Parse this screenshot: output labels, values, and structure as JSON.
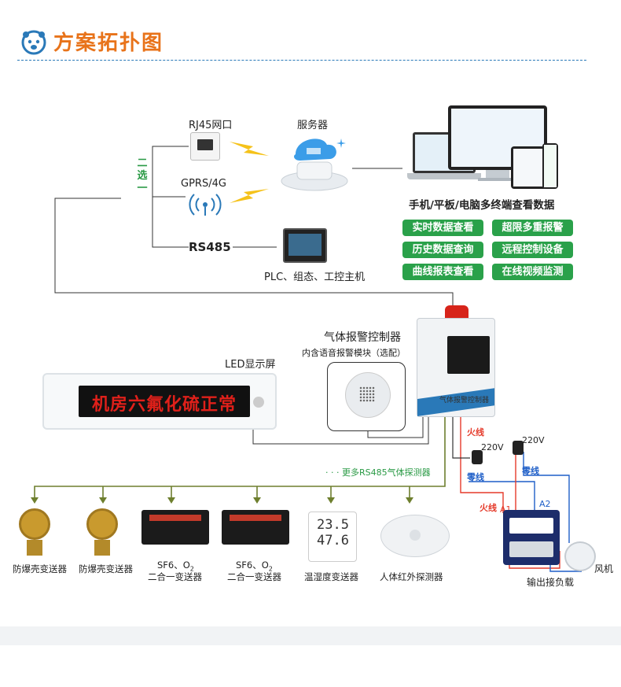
{
  "header": {
    "title": "方案拓扑图"
  },
  "top": {
    "rj45_label": "RJ45网口",
    "server_label": "服务器",
    "choose_one": "二选一",
    "gprs_label": "GPRS/4G",
    "rs485_label": "RS485",
    "plc_label": "PLC、组态、工控主机",
    "terminals_label": "手机/平板/电脑多终端查看数据",
    "features": [
      "实时数据查看",
      "超限多重报警",
      "历史数据查询",
      "远程控制设备",
      "曲线报表查看",
      "在线视频监测"
    ]
  },
  "middle": {
    "led_label": "LED显示屏",
    "led_text": "机房六氟化硫正常",
    "controller_label": "气体报警控制器",
    "controller_sub": "内含语音报警模块（选配）",
    "controller_plate": "气体报警控制器",
    "more_rs485": "· · · 更多RS485气体探测器"
  },
  "wiring": {
    "fire1": "火线",
    "neutral1": "零线",
    "v220_a": "220V",
    "v220_b": "220V",
    "neutral2": "零线",
    "fire2": "火线",
    "a1": "A1",
    "a2": "A2",
    "fan": "风机",
    "output": "输出接负载"
  },
  "sensors": [
    {
      "line1": "防爆壳变送器",
      "line2": ""
    },
    {
      "line1": "防爆壳变送器",
      "line2": ""
    },
    {
      "line1": "SF6、O",
      "sub": "2",
      "line2": "二合一变送器"
    },
    {
      "line1": "SF6、O",
      "sub": "2",
      "line2": "二合一变送器"
    },
    {
      "line1": "温湿度变送器",
      "line2": ""
    },
    {
      "line1": "人体红外探测器",
      "line2": ""
    }
  ],
  "th_display": {
    "t": "23.5",
    "h": "47.6"
  },
  "colors": {
    "accent": "#e8731a",
    "badge": "#2aa14a",
    "fire": "#e53a2a",
    "neutral": "#1f5fc8",
    "bus": "#6e7f2e"
  }
}
